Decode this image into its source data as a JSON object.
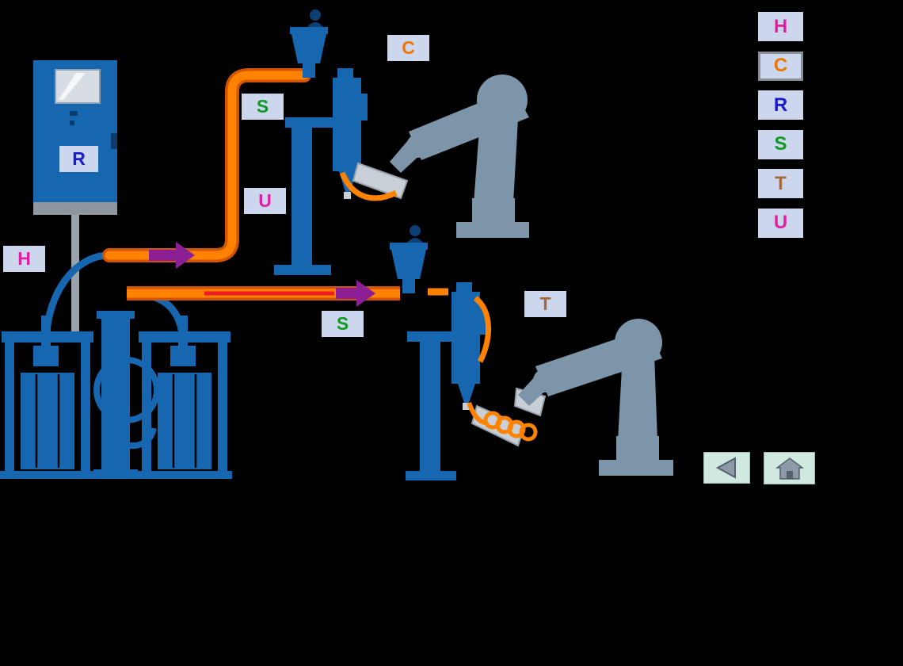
{
  "diagram": {
    "labels": [
      {
        "letter": "C",
        "color": "#ee7600"
      },
      {
        "letter": "S",
        "color": "#0d9a22"
      },
      {
        "letter": "U",
        "color": "#e020a0"
      },
      {
        "letter": "R",
        "color": "#1a1acd"
      },
      {
        "letter": "H",
        "color": "#e020a0"
      },
      {
        "letter": "S",
        "color": "#0d9a22"
      },
      {
        "letter": "T",
        "color": "#a5683c"
      }
    ]
  },
  "legend": {
    "items": [
      {
        "letter": "H",
        "color": "#e020a0"
      },
      {
        "letter": "C",
        "color": "#ee7600"
      },
      {
        "letter": "R",
        "color": "#1a1acd"
      },
      {
        "letter": "S",
        "color": "#0d9a22"
      },
      {
        "letter": "T",
        "color": "#a5683c"
      },
      {
        "letter": "U",
        "color": "#e020a0"
      }
    ]
  },
  "nav": {
    "back_icon": "back-arrow-icon",
    "home_icon": "home-icon"
  },
  "colors": {
    "background": "#000000",
    "equipment_blue": "#1767b0",
    "robot_gray": "#7d95a9",
    "hose_orange": "#ff8200",
    "hose_outline": "#d45500",
    "hose_core_red": "#ef1c25",
    "flow_arrow_purple": "#8d1f96",
    "label_background": "#ccd6ec",
    "nav_button_background": "#cfe9e0",
    "nav_icon_gray": "#8f9aa8"
  }
}
